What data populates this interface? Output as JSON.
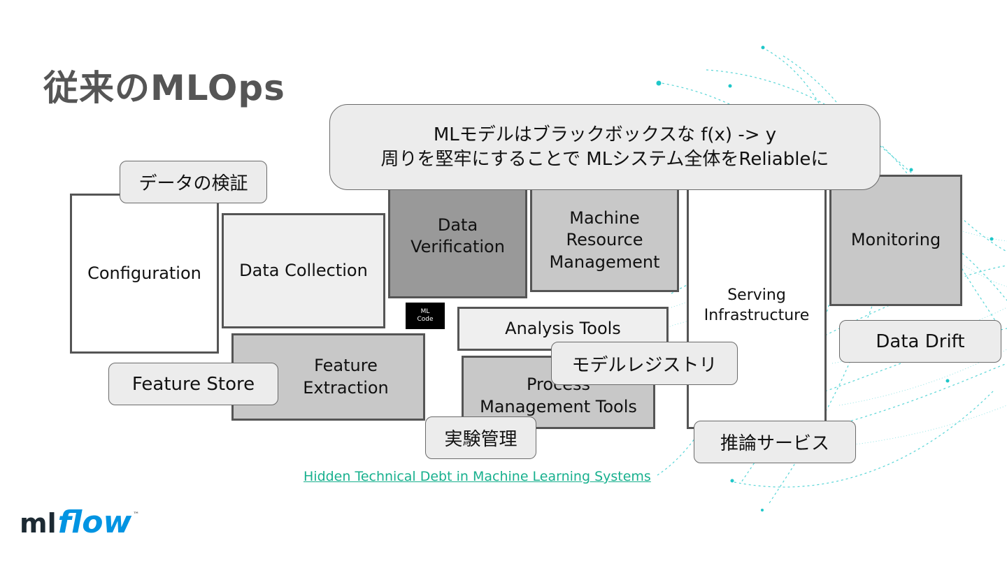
{
  "title": "従来のMLOps",
  "callout": {
    "line1": "MLモデルはブラックボックスな f(x) -> y",
    "line2": "周りを堅牢にすることで MLシステム全体をReliableに"
  },
  "components": {
    "configuration": "Configuration",
    "data_collection": "Data Collection",
    "data_verification": "Data Verification",
    "machine_resource_management": "Machine Resource Management",
    "serving_infrastructure": "Serving Infrastructure",
    "monitoring": "Monitoring",
    "analysis_tools": "Analysis Tools",
    "feature_extraction": "Feature Extraction",
    "process_management_tools": "Process Management Tools",
    "ml_code_line1": "ML",
    "ml_code_line2": "Code"
  },
  "labels": {
    "data_validation": "データの検証",
    "feature_store": "Feature Store",
    "model_registry": "モデルレジストリ",
    "experiment_management": "実験管理",
    "inference_service": "推論サービス",
    "data_drift": "Data Drift"
  },
  "reference_link": "Hidden Technical Debt in Machine Learning Systems",
  "logo": {
    "ml": "ml",
    "flow": "flow",
    "tm": "™"
  },
  "colors": {
    "title": "#555555",
    "link": "#18b08e",
    "logo_ml": "#1d2a33",
    "logo_flow": "#0194e2",
    "decoration": "#1fc7c9",
    "label_fill": "#ececec"
  }
}
